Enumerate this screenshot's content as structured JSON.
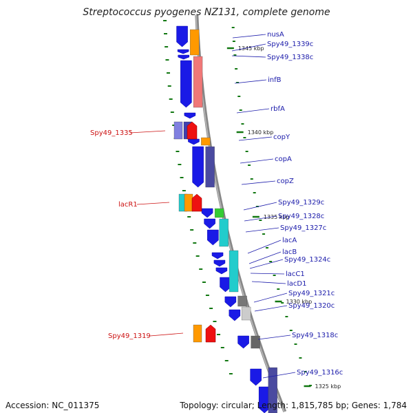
{
  "title": "Streptococcus pyogenes NZ131, complete genome",
  "accession_text": "Accession: NC_011375",
  "summary_text": "Topology: circular; Length: 1,815,785 bp; Genes: 1,784",
  "colors": {
    "forward_gene": "#1a1ae6",
    "reverse_gene": "#ee1111",
    "right_label": "#1a1aaa",
    "left_label": "#cc1111",
    "backbone": "#888888",
    "tick": "#117711"
  },
  "scale_labels": [
    {
      "text": "1345 kbp",
      "kbp": 1345
    },
    {
      "text": "1340 kbp",
      "kbp": 1340
    },
    {
      "text": "1335 kbp",
      "kbp": 1335
    },
    {
      "text": "1330 kbp",
      "kbp": 1330
    },
    {
      "text": "1325 kbp",
      "kbp": 1325
    }
  ],
  "right_labels": [
    "nusA",
    "Spy49_1339c",
    "Spy49_1338c",
    "infB",
    "rbfA",
    "copY",
    "copA",
    "copZ",
    "Spy49_1329c",
    "Spy49_1328c",
    "Spy49_1327c",
    "lacA",
    "lacB",
    "Spy49_1324c",
    "lacC1",
    "lacD1",
    "Spy49_1321c",
    "Spy49_1320c",
    "Spy49_1318c",
    "Spy49_1316c"
  ],
  "left_labels": [
    "Spy49_1335",
    "lacR1",
    "Spy49_1319"
  ]
}
